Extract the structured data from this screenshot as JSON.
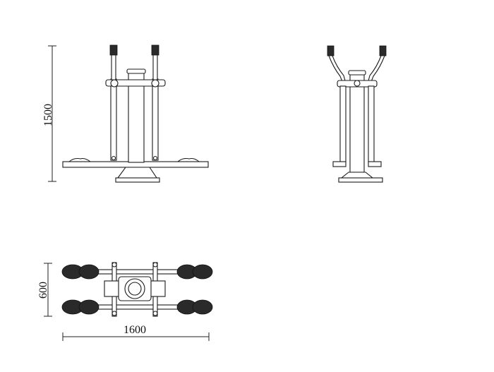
{
  "dimensions": {
    "height_label": "1500",
    "depth_label": "600",
    "width_label": "1600"
  },
  "colors": {
    "line": "#1a1a1a",
    "background": "#ffffff"
  }
}
